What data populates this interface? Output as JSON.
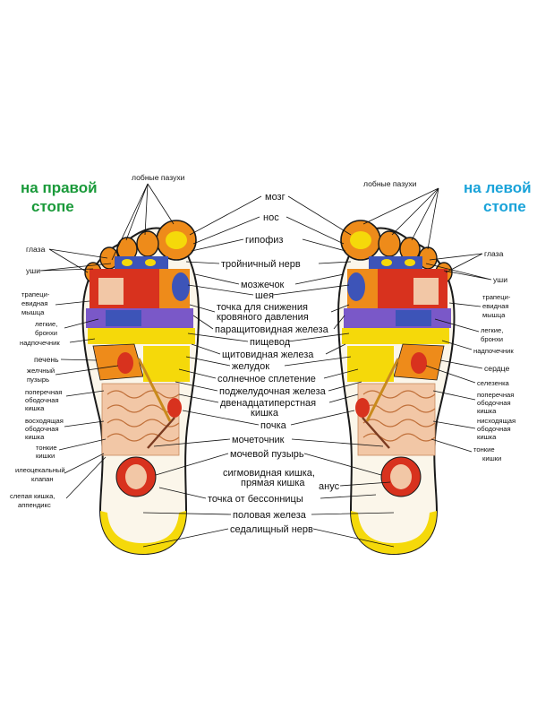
{
  "titles": {
    "right_foot_1": "на правой",
    "right_foot_2": "стопе",
    "left_foot_1": "на левой",
    "left_foot_2": "стопе"
  },
  "top": {
    "sinuses_left": "лобные пазухи",
    "sinuses_right": "лобные пазухи"
  },
  "center": [
    "мозг",
    "нос",
    "гипофиз",
    "тройничный нерв",
    "мозжечок",
    "шея",
    "точка для снижения",
    "кровяного давления",
    "паращитовидная железа",
    "пищевод",
    "щитовидная железа",
    "желудок",
    "солнечное сплетение",
    "поджелудочная железа",
    "двенадцатиперстная",
    "кишка",
    "почка",
    "мочеточник",
    "мочевой пузырь",
    "сигмовидная кишка,",
    "прямая кишка",
    "анус",
    "точка от бессонницы",
    "половая железа",
    "седалищный нерв"
  ],
  "left_side": {
    "eyes": "глаза",
    "ears": "уши",
    "trap_1": "трапеци-",
    "trap_2": "евидная",
    "trap_3": "мышца",
    "lungs_1": "легкие,",
    "lungs_2": "бронхи",
    "adrenal": "надпочечник",
    "liver": "печень",
    "gall_1": "желчный",
    "gall_2": "пузырь",
    "trans_1": "поперечная",
    "trans_2": "ободочная",
    "trans_3": "кишка",
    "asc_1": "восходящая",
    "asc_2": "ободочная",
    "asc_3": "кишка",
    "small_1": "тонкие",
    "small_2": "кишки",
    "ileo_1": "илеоцекальный",
    "ileo_2": "клапан",
    "cecum_1": "слепая кишка,",
    "cecum_2": "аппендикс"
  },
  "right_side": {
    "eyes": "глаза",
    "ears": "уши",
    "trap_1": "трапеци-",
    "trap_2": "евидная",
    "trap_3": "мышца",
    "lungs_1": "легкие,",
    "lungs_2": "бронхи",
    "adrenal": "надпочечник",
    "heart": "сердце",
    "spleen": "селезенка",
    "trans_1": "поперечная",
    "trans_2": "ободочная",
    "trans_3": "кишка",
    "desc_1": "нисходящая",
    "desc_2": "ободочная",
    "desc_3": "кишка",
    "small_1": "тонкие",
    "small_2": "кишки"
  },
  "colors": {
    "outline": "#1a1a1a",
    "yellow": "#f5d90a",
    "orange": "#ee8b1a",
    "red": "#d8321e",
    "blue": "#3d54b8",
    "purple": "#7a58c8",
    "intestine": "#f2c7a6",
    "sole_bg": "#fbf6ea",
    "right_title": "#1a9a3a",
    "left_title": "#1aa3d9"
  }
}
